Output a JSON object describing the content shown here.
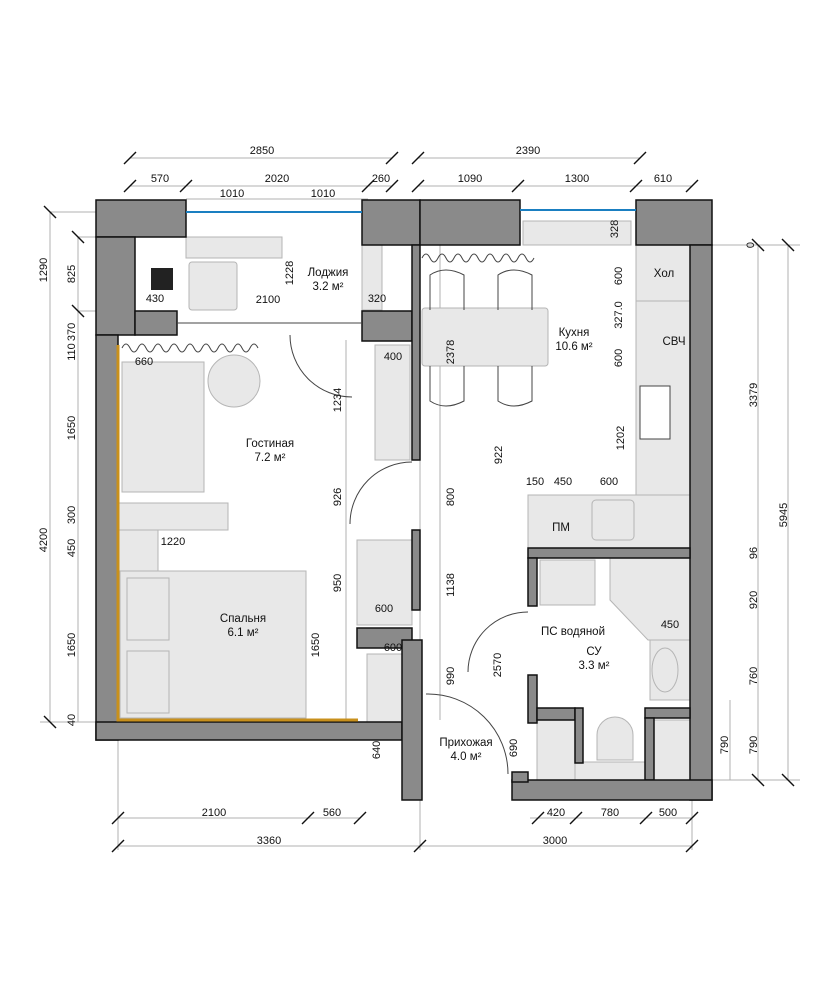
{
  "rooms": {
    "loggia": {
      "name": "Лоджия",
      "area": "3.2 м²"
    },
    "kitchen": {
      "name": "Кухня",
      "area": "10.6 м²"
    },
    "living": {
      "name": "Гостиная",
      "area": "7.2 м²"
    },
    "bedroom": {
      "name": "Спальня",
      "area": "6.1 м²"
    },
    "bathroom": {
      "name": "СУ",
      "area": "3.3 м²"
    },
    "hallway": {
      "name": "Прихожая",
      "area": "4.0 м²"
    }
  },
  "labels": {
    "fridge": "Хол",
    "microwave": "СВЧ",
    "dishwasher": "ПМ",
    "heated_rail": "ПС водяной"
  },
  "dimensions": [
    "2850",
    "2390",
    "570",
    "2020",
    "260",
    "1090",
    "1300",
    "610",
    "1010",
    "1010",
    "1290",
    "825",
    "370",
    "110",
    "1650",
    "300",
    "450",
    "1650",
    "40",
    "4200",
    "430",
    "2100",
    "320",
    "1228",
    "660",
    "1234",
    "400",
    "926",
    "1220",
    "950",
    "1650",
    "600",
    "600",
    "2378",
    "328",
    "0",
    "600",
    "327.0",
    "600",
    "1202",
    "922",
    "150",
    "450",
    "600",
    "800",
    "1138",
    "990",
    "2570",
    "690",
    "640",
    "3379",
    "5945",
    "96",
    "920",
    "450",
    "760",
    "790",
    "790",
    "2100",
    "560",
    "3360",
    "420",
    "780",
    "500",
    "3000"
  ]
}
